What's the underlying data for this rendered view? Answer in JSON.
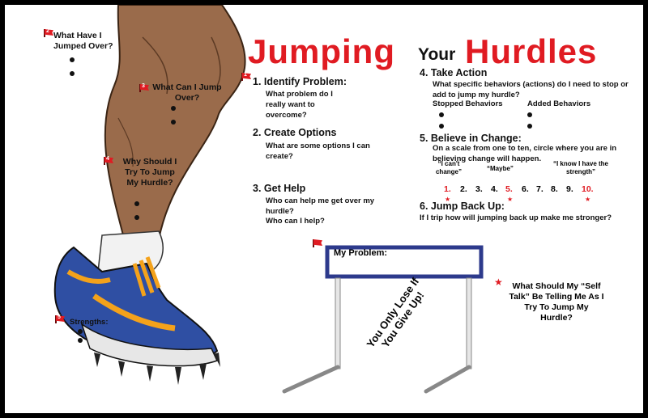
{
  "title": {
    "word1": "Jumping",
    "word2": "Your",
    "word3": "Hurdles"
  },
  "left": {
    "items": [
      {
        "num": "2",
        "text": "What Have I\nJumped Over?"
      },
      {
        "num": "3",
        "text": "What Can I Jump\nOver?"
      },
      {
        "num": "4",
        "text": "Why Should I\nTry To Jump\nMy Hurdle?"
      },
      {
        "num": "5",
        "text": "Strengths:"
      }
    ]
  },
  "sections": [
    {
      "num": "1",
      "heading": "1. Identify Problem:",
      "q1": "What problem do I really want to overcome?"
    },
    {
      "heading": "2. Create Options",
      "q1": "What are some options I can create?"
    },
    {
      "heading": "3. Get Help",
      "q1": "Who can help me get over my hurdle?",
      "q2": "Who can I help?"
    },
    {
      "heading": "4. Take Action",
      "q1": "What specific behaviors (actions) do I need to stop or add to jump my hurdle?",
      "col1": "Stopped Behaviors",
      "col2": "Added Behaviors"
    },
    {
      "heading": "5. Believe in Change:",
      "q1": "On a scale from one to ten, circle where you are in believing change will happen.",
      "lbl1": "“I can't change”",
      "lbl2": "“Maybe”",
      "lbl3": "“I know I have the strength”"
    },
    {
      "heading": "6. Jump Back Up:",
      "q1": "If I trip how will jumping back up make me stronger?"
    }
  ],
  "scale": [
    "1.",
    "2.",
    "3.",
    "4.",
    "5.",
    "6.",
    "7.",
    "8.",
    "9.",
    "10."
  ],
  "hurdle": {
    "label": "My Problem:",
    "slogan": "You Only Lose If You Give Up!"
  },
  "self_talk": "What Should My “Self Talk” Be Telling Me As I Try To Jump My Hurdle?",
  "colors": {
    "accent": "#e01b22",
    "hurdle_blue": "#2d3a8c"
  }
}
